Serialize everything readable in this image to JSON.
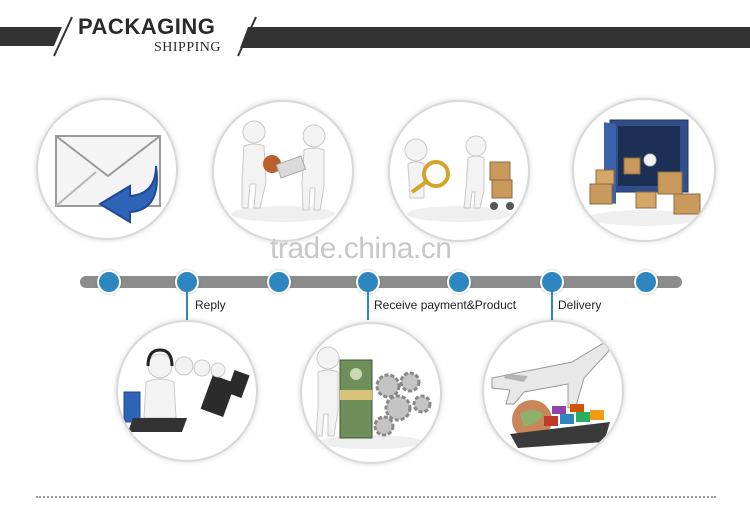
{
  "header": {
    "title": "PACKAGING",
    "subtitle": "SHIPPING"
  },
  "watermark": "trade.china.cn",
  "steps": {
    "reply": "Reply",
    "receive": "Receive payment&Product",
    "delivery": "Delivery"
  },
  "icons": [
    "email-reply-icon",
    "handshake-negotiation-icon",
    "inspection-magnifier-icon",
    "container-cargo-icon",
    "customer-service-icon",
    "payment-production-icon",
    "air-sea-shipping-icon"
  ],
  "colors": {
    "banner": "#333333",
    "timeline": "#8c8c8c",
    "dot": "#2e86c1"
  }
}
